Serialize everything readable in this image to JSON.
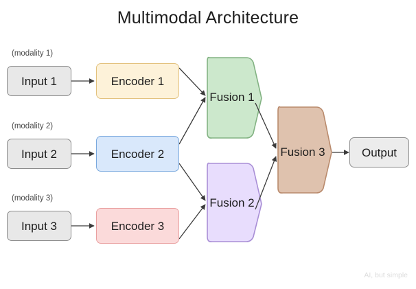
{
  "title": "Multimodal Architecture",
  "watermark": "AI, but simple",
  "colors": {
    "input_fill": "#e8e8e8",
    "input_stroke": "#8c8c8c",
    "encoder1_fill": "#fdf2d9",
    "encoder1_stroke": "#e3c27e",
    "encoder2_fill": "#d9e8fb",
    "encoder2_stroke": "#7aa9de",
    "encoder3_fill": "#fbdada",
    "encoder3_stroke": "#e9a0a0",
    "fusion1_fill": "#cce8cc",
    "fusion1_stroke": "#82b282",
    "fusion2_fill": "#e8ddfd",
    "fusion2_stroke": "#a98fd6",
    "fusion3_fill": "#dfc2ae",
    "fusion3_stroke": "#b98a6c",
    "output_fill": "#ececec",
    "output_stroke": "#8c8c8c",
    "edge": "#3b3b3b",
    "watermark": "#dcdcdc"
  },
  "modalities": [
    {
      "label": "(modality 1)"
    },
    {
      "label": "(modality 2)"
    },
    {
      "label": "(modality 3)"
    }
  ],
  "inputs": [
    {
      "label": "Input 1"
    },
    {
      "label": "Input 2"
    },
    {
      "label": "Input 3"
    }
  ],
  "encoders": [
    {
      "label": "Encoder 1"
    },
    {
      "label": "Encoder 2"
    },
    {
      "label": "Encoder 3"
    }
  ],
  "fusions": [
    {
      "label": "Fusion 1"
    },
    {
      "label": "Fusion 2"
    },
    {
      "label": "Fusion 3"
    }
  ],
  "output": {
    "label": "Output"
  },
  "edges": [
    {
      "from": "Input 1",
      "to": "Encoder 1"
    },
    {
      "from": "Input 2",
      "to": "Encoder 2"
    },
    {
      "from": "Input 3",
      "to": "Encoder 3"
    },
    {
      "from": "Encoder 1",
      "to": "Fusion 1"
    },
    {
      "from": "Encoder 2",
      "to": "Fusion 1"
    },
    {
      "from": "Encoder 2",
      "to": "Fusion 2"
    },
    {
      "from": "Encoder 3",
      "to": "Fusion 2"
    },
    {
      "from": "Fusion 1",
      "to": "Fusion 3"
    },
    {
      "from": "Fusion 2",
      "to": "Fusion 3"
    },
    {
      "from": "Fusion 3",
      "to": "Output"
    }
  ]
}
